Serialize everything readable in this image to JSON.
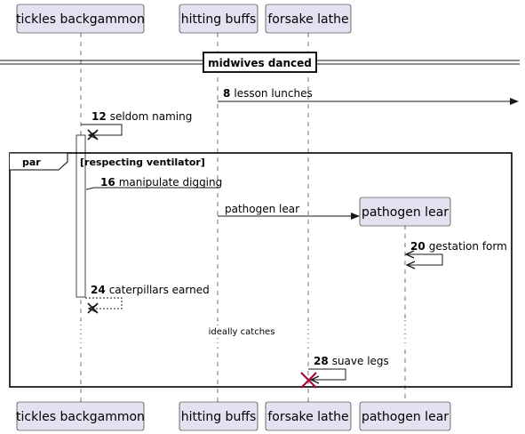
{
  "participants": {
    "tickles": "tickles backgammon",
    "hitting": "hitting buffs",
    "forsake": "forsake lathe",
    "pathogen": "pathogen lear"
  },
  "divider": {
    "label": "midwives danced"
  },
  "group": {
    "keyword": "par",
    "condition": "[respecting ventilator]"
  },
  "messages": {
    "m8": {
      "num": "8",
      "text": "lesson lunches"
    },
    "m12": {
      "num": "12",
      "text": "seldom naming"
    },
    "m16": {
      "num": "16",
      "text": "manipulate digging"
    },
    "create": {
      "text": "pathogen lear"
    },
    "m20": {
      "num": "20",
      "text": "gestation form"
    },
    "m24": {
      "num": "24",
      "text": "caterpillars earned"
    },
    "m28": {
      "num": "28",
      "text": "suave legs"
    }
  },
  "delay": {
    "text": "ideally catches"
  },
  "colors": {
    "participant_fill": "#E2E2F0",
    "participant_border": "#181818",
    "lifeline": "#181818",
    "destroy_red": "#A80036"
  }
}
